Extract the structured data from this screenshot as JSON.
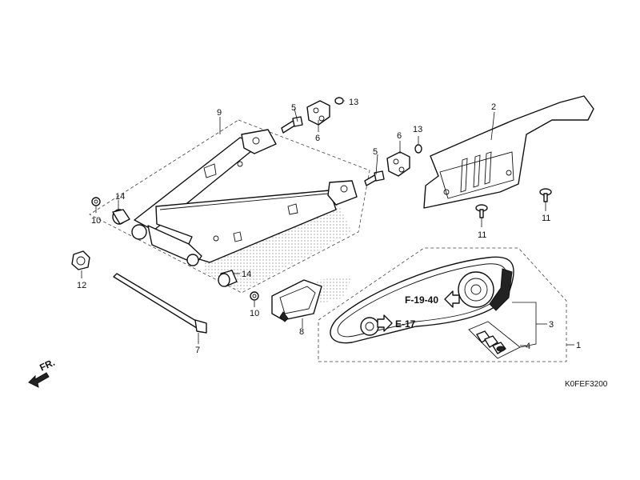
{
  "diagram": {
    "callouts": {
      "c1": "1",
      "c2": "2",
      "c3": "3",
      "c4": "4",
      "c5a": "5",
      "c5b": "5",
      "c6a": "6",
      "c6b": "6",
      "c7": "7",
      "c8": "8",
      "c9": "9",
      "c10a": "10",
      "c10b": "10",
      "c11a": "11",
      "c11b": "11",
      "c12": "12",
      "c13a": "13",
      "c13b": "13",
      "c14a": "14",
      "c14b": "14"
    },
    "references": {
      "ref_f": "F-19-40",
      "ref_e": "E-17"
    },
    "front_indicator": "FR.",
    "diagram_code": "K0FEF3200"
  }
}
